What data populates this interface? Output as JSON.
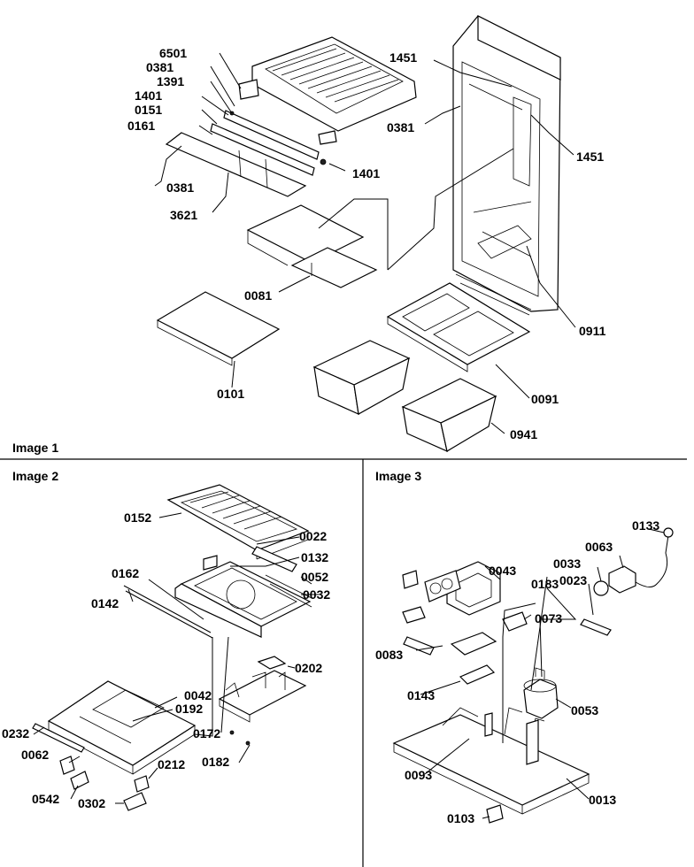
{
  "panels": [
    {
      "caption": "Image 1"
    },
    {
      "caption": "Image 2"
    },
    {
      "caption": "Image 3"
    }
  ],
  "callouts": [
    "6501",
    "0381",
    "1391",
    "1401",
    "0151",
    "0161",
    "0381",
    "3621",
    "1401",
    "1451",
    "0381",
    "1451",
    "0081",
    "0911",
    "0101",
    "0091",
    "0941",
    "0152",
    "0022",
    "0132",
    "0052",
    "0032",
    "0162",
    "0142",
    "0202",
    "0042",
    "0192",
    "0232",
    "0172",
    "0062",
    "0182",
    "0212",
    "0542",
    "0302",
    "0133",
    "0063",
    "0043",
    "0033",
    "0023",
    "0183",
    "0073",
    "0083",
    "0143",
    "0053",
    "0093",
    "0013",
    "0103"
  ]
}
